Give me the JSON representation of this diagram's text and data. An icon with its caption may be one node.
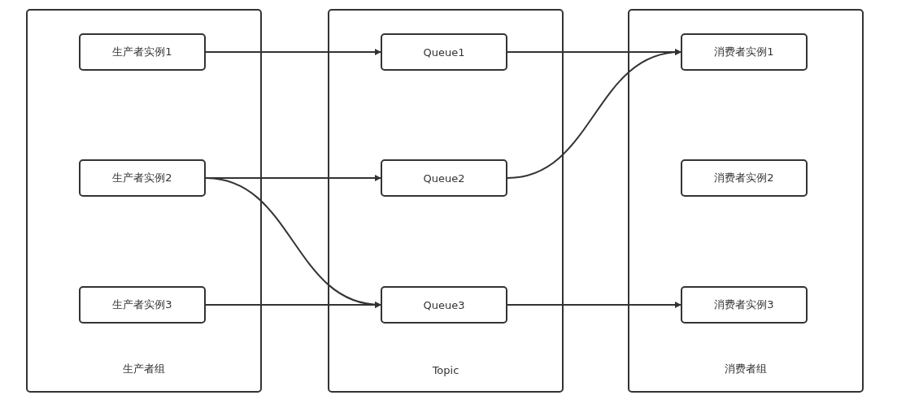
{
  "diagram": {
    "nodes": [
      {
        "text": [
          "生产者组"
        ]
      },
      {
        "text": [
          "生产者实例1"
        ],
        "in": 0
      },
      {
        "text": [
          "生产者实例2"
        ],
        "in": 0
      },
      {
        "text": [
          "生产者实例3"
        ],
        "in": 0
      },
      {
        "text": [
          "Topic"
        ]
      },
      {
        "text": [
          "Queue1"
        ],
        "in": 4
      },
      {
        "text": [
          "Queue2"
        ],
        "in": 4
      },
      {
        "text": [
          "Queue3"
        ],
        "in": 4
      },
      {
        "text": [
          "消费者组"
        ]
      },
      {
        "text": [
          "消费者实例1"
        ],
        "in": 8
      },
      {
        "text": [
          "消费者实例2"
        ],
        "in": 8
      },
      {
        "text": [
          "消费者实例3"
        ],
        "in": 8
      }
    ],
    "edges": [
      {
        "from": 1,
        "to": 5,
        "arrow": "to"
      },
      {
        "from": 2,
        "to": 6,
        "arrow": "to"
      },
      {
        "from": 2,
        "to": 7,
        "arrow": "to"
      },
      {
        "from": 3,
        "to": 7,
        "arrow": "to"
      },
      {
        "from": 5,
        "to": 9,
        "arrow": "to"
      },
      {
        "from": 6,
        "to": 9,
        "arrow": "to"
      },
      {
        "from": 7,
        "to": 11,
        "arrow": "to"
      }
    ]
  }
}
